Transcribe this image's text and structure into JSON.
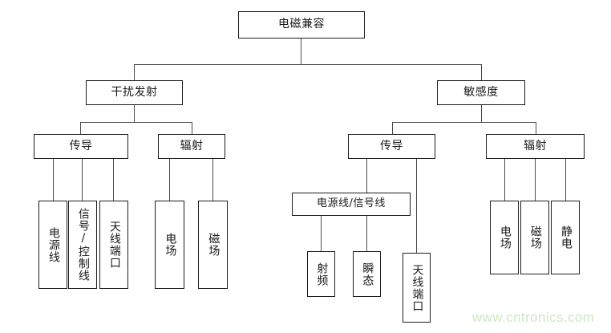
{
  "diagram": {
    "type": "tree",
    "title_node": "电磁兼容",
    "watermark": "www.cntronics.com",
    "colors": {
      "box_border": "#1c1c1c",
      "edge": "#4a4a4a",
      "background": "#ffffff",
      "text": "#1a1a1a",
      "watermark": "#cce8c0"
    },
    "nodes": {
      "root": "电磁兼容",
      "emission": "干扰发射",
      "susceptibility": "敏感度",
      "emission_conducted": "传导",
      "emission_radiated": "辐射",
      "susc_conducted": "传导",
      "susc_radiated": "辐射",
      "emission_cond_power_line": "电源线",
      "emission_cond_signal_control_line": "信号/控制线",
      "emission_cond_antenna_port": "天线端口",
      "emission_rad_efield": "电场",
      "emission_rad_hfield": "磁场",
      "susc_cond_power_signal_line": "电源线/信号线",
      "susc_cond_rf": "射频",
      "susc_cond_transient": "瞬态",
      "susc_cond_antenna_port": "天线端口",
      "susc_rad_efield": "电场",
      "susc_rad_hfield": "磁场",
      "susc_rad_esd": "静电"
    }
  }
}
